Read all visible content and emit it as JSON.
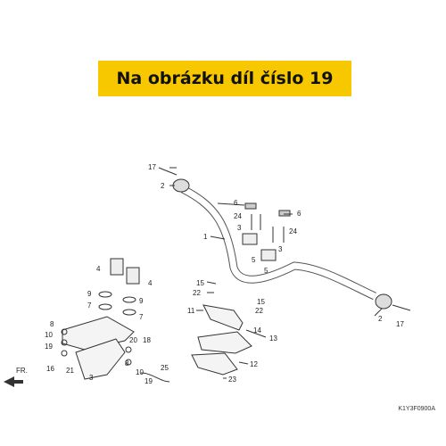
{
  "banner": {
    "text": "Na obrázku díl číslo 19",
    "color": "#f7c800"
  },
  "diagram_code": "K1Y3F0900A",
  "direction_label": "FR.",
  "callouts": [
    {
      "id": "c17a",
      "text": "17"
    },
    {
      "id": "c2a",
      "text": "2"
    },
    {
      "id": "c1",
      "text": "1"
    },
    {
      "id": "c6a",
      "text": "6"
    },
    {
      "id": "c6b",
      "text": "6"
    },
    {
      "id": "c24a",
      "text": "24"
    },
    {
      "id": "c24b",
      "text": "24"
    },
    {
      "id": "c3a",
      "text": "3"
    },
    {
      "id": "c5a",
      "text": "5"
    },
    {
      "id": "c3b",
      "text": "3"
    },
    {
      "id": "c5b",
      "text": "5"
    },
    {
      "id": "c4a",
      "text": "4"
    },
    {
      "id": "c4b",
      "text": "4"
    },
    {
      "id": "c9a",
      "text": "9"
    },
    {
      "id": "c9b",
      "text": "9"
    },
    {
      "id": "c7a",
      "text": "7"
    },
    {
      "id": "c7b",
      "text": "7"
    },
    {
      "id": "c8a",
      "text": "8"
    },
    {
      "id": "c10a",
      "text": "10"
    },
    {
      "id": "c19a",
      "text": "19"
    },
    {
      "id": "c16",
      "text": "16"
    },
    {
      "id": "c21",
      "text": "21"
    },
    {
      "id": "c3c",
      "text": "3"
    },
    {
      "id": "c20",
      "text": "20"
    },
    {
      "id": "c18",
      "text": "18"
    },
    {
      "id": "c8b",
      "text": "8"
    },
    {
      "id": "c10b",
      "text": "10"
    },
    {
      "id": "c25",
      "text": "25"
    },
    {
      "id": "c19b",
      "text": "19"
    },
    {
      "id": "c15a",
      "text": "15"
    },
    {
      "id": "c22a",
      "text": "22"
    },
    {
      "id": "c11",
      "text": "11"
    },
    {
      "id": "c15b",
      "text": "15"
    },
    {
      "id": "c22b",
      "text": "22"
    },
    {
      "id": "c14",
      "text": "14"
    },
    {
      "id": "c13",
      "text": "13"
    },
    {
      "id": "c12",
      "text": "12"
    },
    {
      "id": "c23",
      "text": "23"
    },
    {
      "id": "c2b",
      "text": "2"
    },
    {
      "id": "c17b",
      "text": "17"
    }
  ]
}
